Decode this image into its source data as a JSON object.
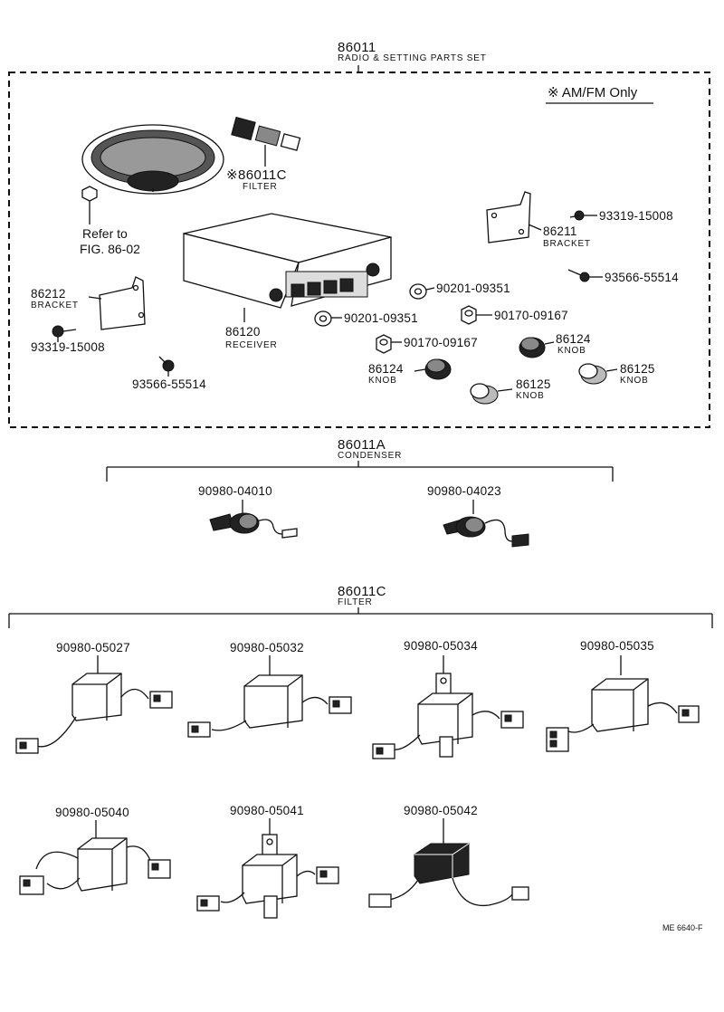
{
  "radio_set": {
    "number": "86011",
    "name": "RADIO & SETTING PARTS SET",
    "note": "※ AM/FM Only"
  },
  "radio_parts": [
    {
      "id": "filter",
      "number": "※86011C",
      "name": "FILTER"
    },
    {
      "id": "refer",
      "line1": "Refer to",
      "line2": "FIG. 86-02"
    },
    {
      "id": "receiver",
      "number": "86120",
      "name": "RECEIVER"
    },
    {
      "id": "bracket-right",
      "number": "86211",
      "name": "BRACKET"
    },
    {
      "id": "bracket-left",
      "number": "86212",
      "name": "BRACKET"
    },
    {
      "id": "screw-right",
      "number": "93319-15008"
    },
    {
      "id": "screw-left",
      "number": "93319-15008"
    },
    {
      "id": "tap-screw-right",
      "number": "93566-55514"
    },
    {
      "id": "tap-screw-left",
      "number": "93566-55514"
    },
    {
      "id": "washer-a",
      "number": "90201-09351"
    },
    {
      "id": "washer-b",
      "number": "90201-09351"
    },
    {
      "id": "nut-a",
      "number": "90170-09167"
    },
    {
      "id": "nut-b",
      "number": "90170-09167"
    },
    {
      "id": "knob-a",
      "number": "86124",
      "name": "KNOB"
    },
    {
      "id": "knob-b",
      "number": "86124",
      "name": "KNOB"
    },
    {
      "id": "knob-c",
      "number": "86125",
      "name": "KNOB"
    },
    {
      "id": "knob-d",
      "number": "86125",
      "name": "KNOB"
    }
  ],
  "condenser": {
    "number": "86011A",
    "name": "CONDENSER",
    "parts": [
      "90980-04010",
      "90980-04023"
    ]
  },
  "filter": {
    "number": "86011C",
    "name": "FILTER",
    "parts": [
      "90980-05027",
      "90980-05032",
      "90980-05034",
      "90980-05035",
      "90980-05040",
      "90980-05041",
      "90980-05042"
    ]
  },
  "footer": {
    "code": "ME  6640-F"
  }
}
